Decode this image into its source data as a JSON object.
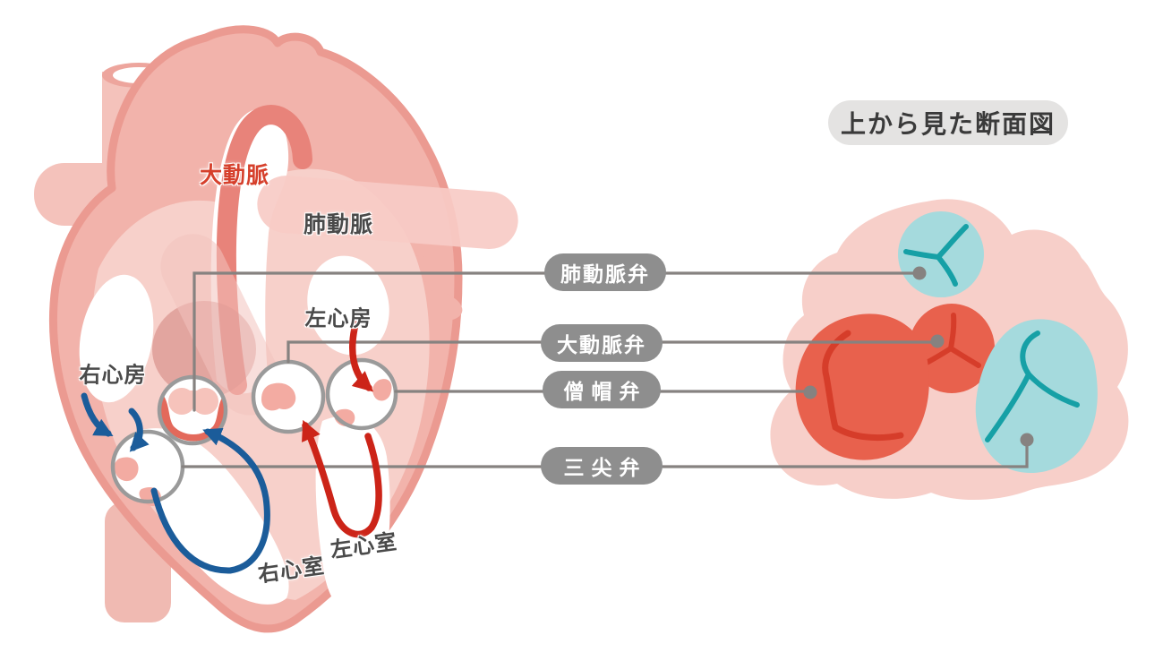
{
  "title_badge": {
    "label": "上から見た断面図"
  },
  "heart_labels": {
    "aorta": "大動脈",
    "pulmonary_artery": "肺動脈",
    "right_atrium": "右心房",
    "left_atrium": "左心房",
    "right_ventricle": "右心室",
    "left_ventricle": "左心室"
  },
  "valve_labels": [
    {
      "id": "pulmonary-valve",
      "label": "肺動脈弁"
    },
    {
      "id": "aortic-valve",
      "label": "大動脈弁"
    },
    {
      "id": "mitral-valve",
      "label": "僧帽弁"
    },
    {
      "id": "tricuspid-valve",
      "label": "三尖弁"
    }
  ],
  "colors": {
    "heart_pink": "#f2b3ab",
    "heart_outline": "#eb9a91",
    "heart_inner_pink": "#f7d0ca",
    "vessel_pink": "#f4c2bb",
    "pulmonary_band_pink": "#f7cbc5",
    "aortic_arch_red": "#e8837a",
    "label_red": "#d6402c",
    "label_gray": "#4a4a4a",
    "pill_bg": "#8e8e8e",
    "pill_text": "#ffffff",
    "header_bg": "#e4e3e2",
    "header_text": "#3a3a3a",
    "connector_gray": "#868280",
    "arrow_blue": "#1b5c9a",
    "arrow_red": "#cc2418",
    "cross_section_pink": "#f7cfc9",
    "valve_red_fill": "#e8614d",
    "valve_red_line": "#d63d2a",
    "valve_cyan_fill": "#a5dadd",
    "valve_cyan_line": "#16a0a6"
  }
}
